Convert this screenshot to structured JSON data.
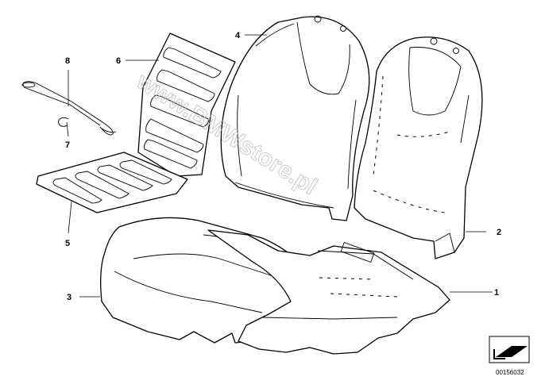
{
  "diagram": {
    "callouts": [
      {
        "id": "1",
        "label": "1"
      },
      {
        "id": "2",
        "label": "2"
      },
      {
        "id": "3",
        "label": "3"
      },
      {
        "id": "4",
        "label": "4"
      },
      {
        "id": "5",
        "label": "5"
      },
      {
        "id": "6",
        "label": "6"
      },
      {
        "id": "7",
        "label": "7"
      },
      {
        "id": "8",
        "label": "8"
      }
    ],
    "watermark": "www.BMWstore.pl",
    "diagram_code": "00156032",
    "icon": "arrow-corner-icon"
  }
}
